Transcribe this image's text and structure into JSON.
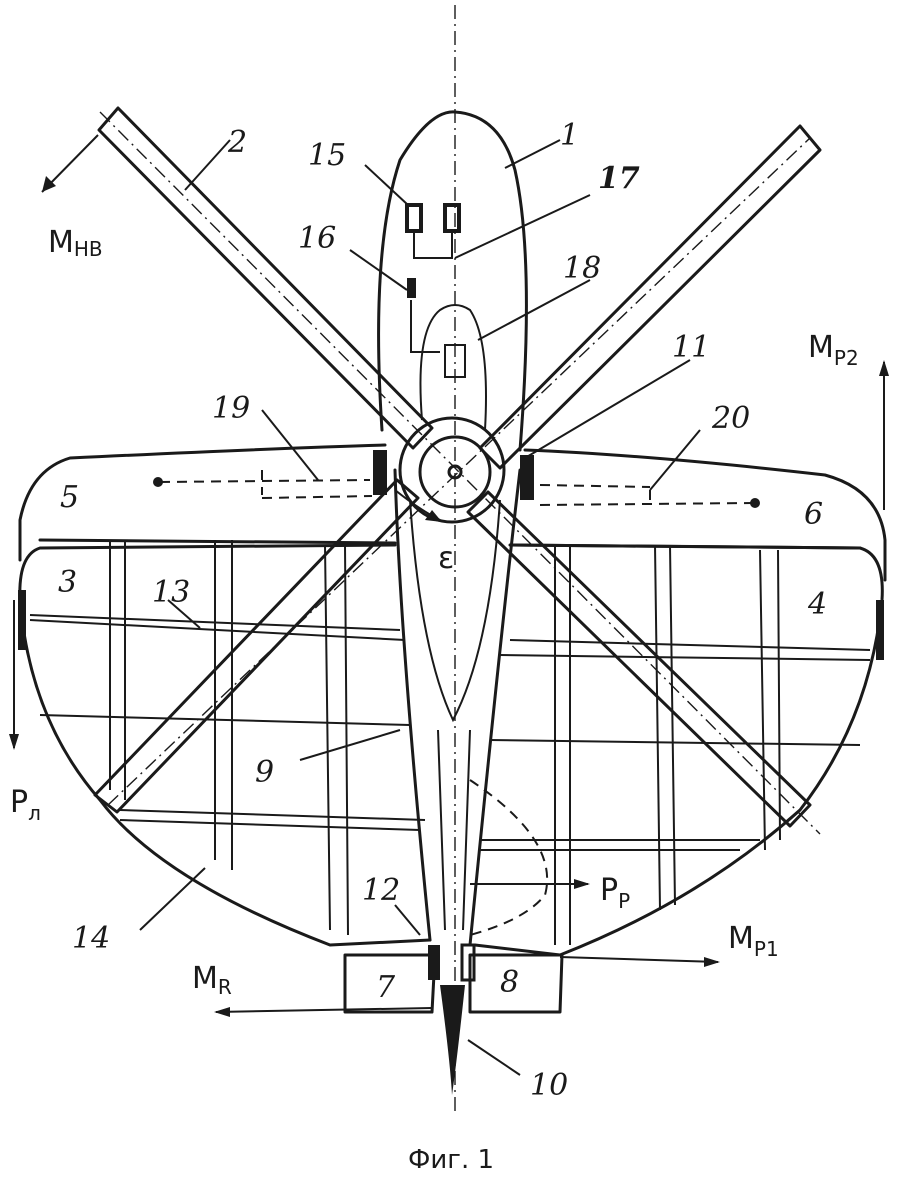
{
  "caption": "Фиг. 1",
  "part_numbers": {
    "n1": "1",
    "n2": "2",
    "n3": "3",
    "n4": "4",
    "n5": "5",
    "n6": "6",
    "n7": "7",
    "n8": "8",
    "n9": "9",
    "n10": "10",
    "n11": "11",
    "n12": "12",
    "n13": "13",
    "n14": "14",
    "n15": "15",
    "n16": "16",
    "n17": "17",
    "n18": "18",
    "n19": "19",
    "n20": "20"
  },
  "symbols": {
    "m_nv": "M",
    "m_nv_sub": "НВ",
    "m_p2": "M",
    "m_p2_sub": "P2",
    "p_l": "P",
    "p_l_sub": "л",
    "p_p": "P",
    "p_p_sub": "P",
    "m_p1": "M",
    "m_p1_sub": "P1",
    "m_k": "M",
    "m_k_sub": "R",
    "epsilon": "ε"
  }
}
